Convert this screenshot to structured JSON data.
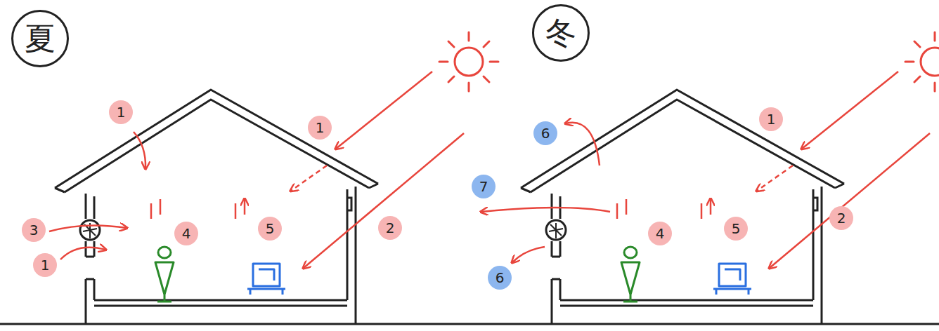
{
  "diagram": {
    "labels": [
      "夏",
      "1",
      "1",
      "3",
      "4",
      "5",
      "2",
      "1",
      "冬",
      "6",
      "1",
      "7",
      "4",
      "5",
      "2",
      "6"
    ]
  }
}
